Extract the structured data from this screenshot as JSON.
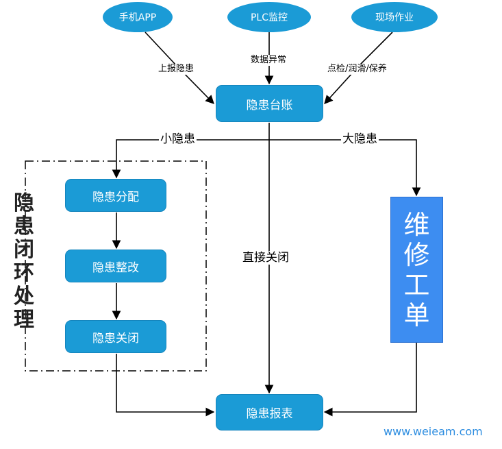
{
  "sources": [
    {
      "label": "手机APP",
      "edge_label": "上报隐患"
    },
    {
      "label": "PLC监控",
      "edge_label": "数据异常"
    },
    {
      "label": "现场作业",
      "edge_label": "点检/润滑/保养"
    }
  ],
  "ledger": "隐患台账",
  "branches": {
    "small": "小隐患",
    "big": "大隐患",
    "direct": "直接关闭"
  },
  "closed_loop": {
    "title_chars": [
      "隐",
      "患",
      "闭",
      "环",
      "处",
      "理"
    ],
    "steps": [
      "隐患分配",
      "隐患整改",
      "隐患关闭"
    ]
  },
  "work_order_chars": [
    "维",
    "修",
    "工",
    "单"
  ],
  "report": "隐患报表",
  "watermark": "www.weieam.com",
  "colors": {
    "node": "#1b9bd6",
    "work_order": "#3d8df1",
    "watermark": "#2d8de0"
  }
}
